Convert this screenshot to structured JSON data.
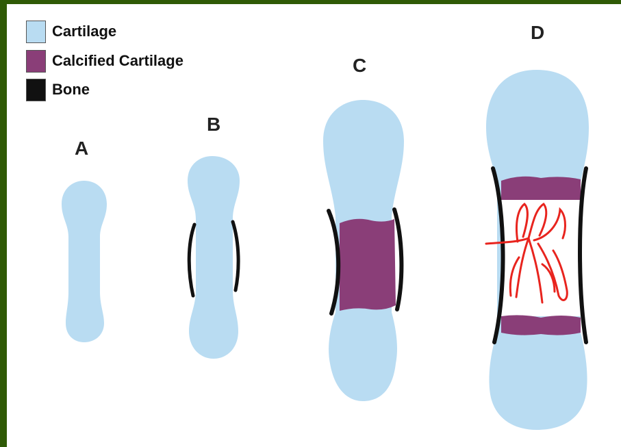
{
  "legend": {
    "items": [
      {
        "label": "Cartilage",
        "color": "#b9dcf2"
      },
      {
        "label": "Calcified Cartilage",
        "color": "#8a3e78"
      },
      {
        "label": "Bone",
        "color": "#111111"
      }
    ]
  },
  "stages": {
    "a": {
      "label": "A"
    },
    "b": {
      "label": "B"
    },
    "c": {
      "label": "C"
    },
    "d": {
      "label": "D"
    }
  },
  "colors": {
    "frame": "#2f5a06",
    "cartilage": "#b9dcf2",
    "calcified": "#8a3e78",
    "bone": "#111111",
    "vessels": "#e8241e"
  }
}
